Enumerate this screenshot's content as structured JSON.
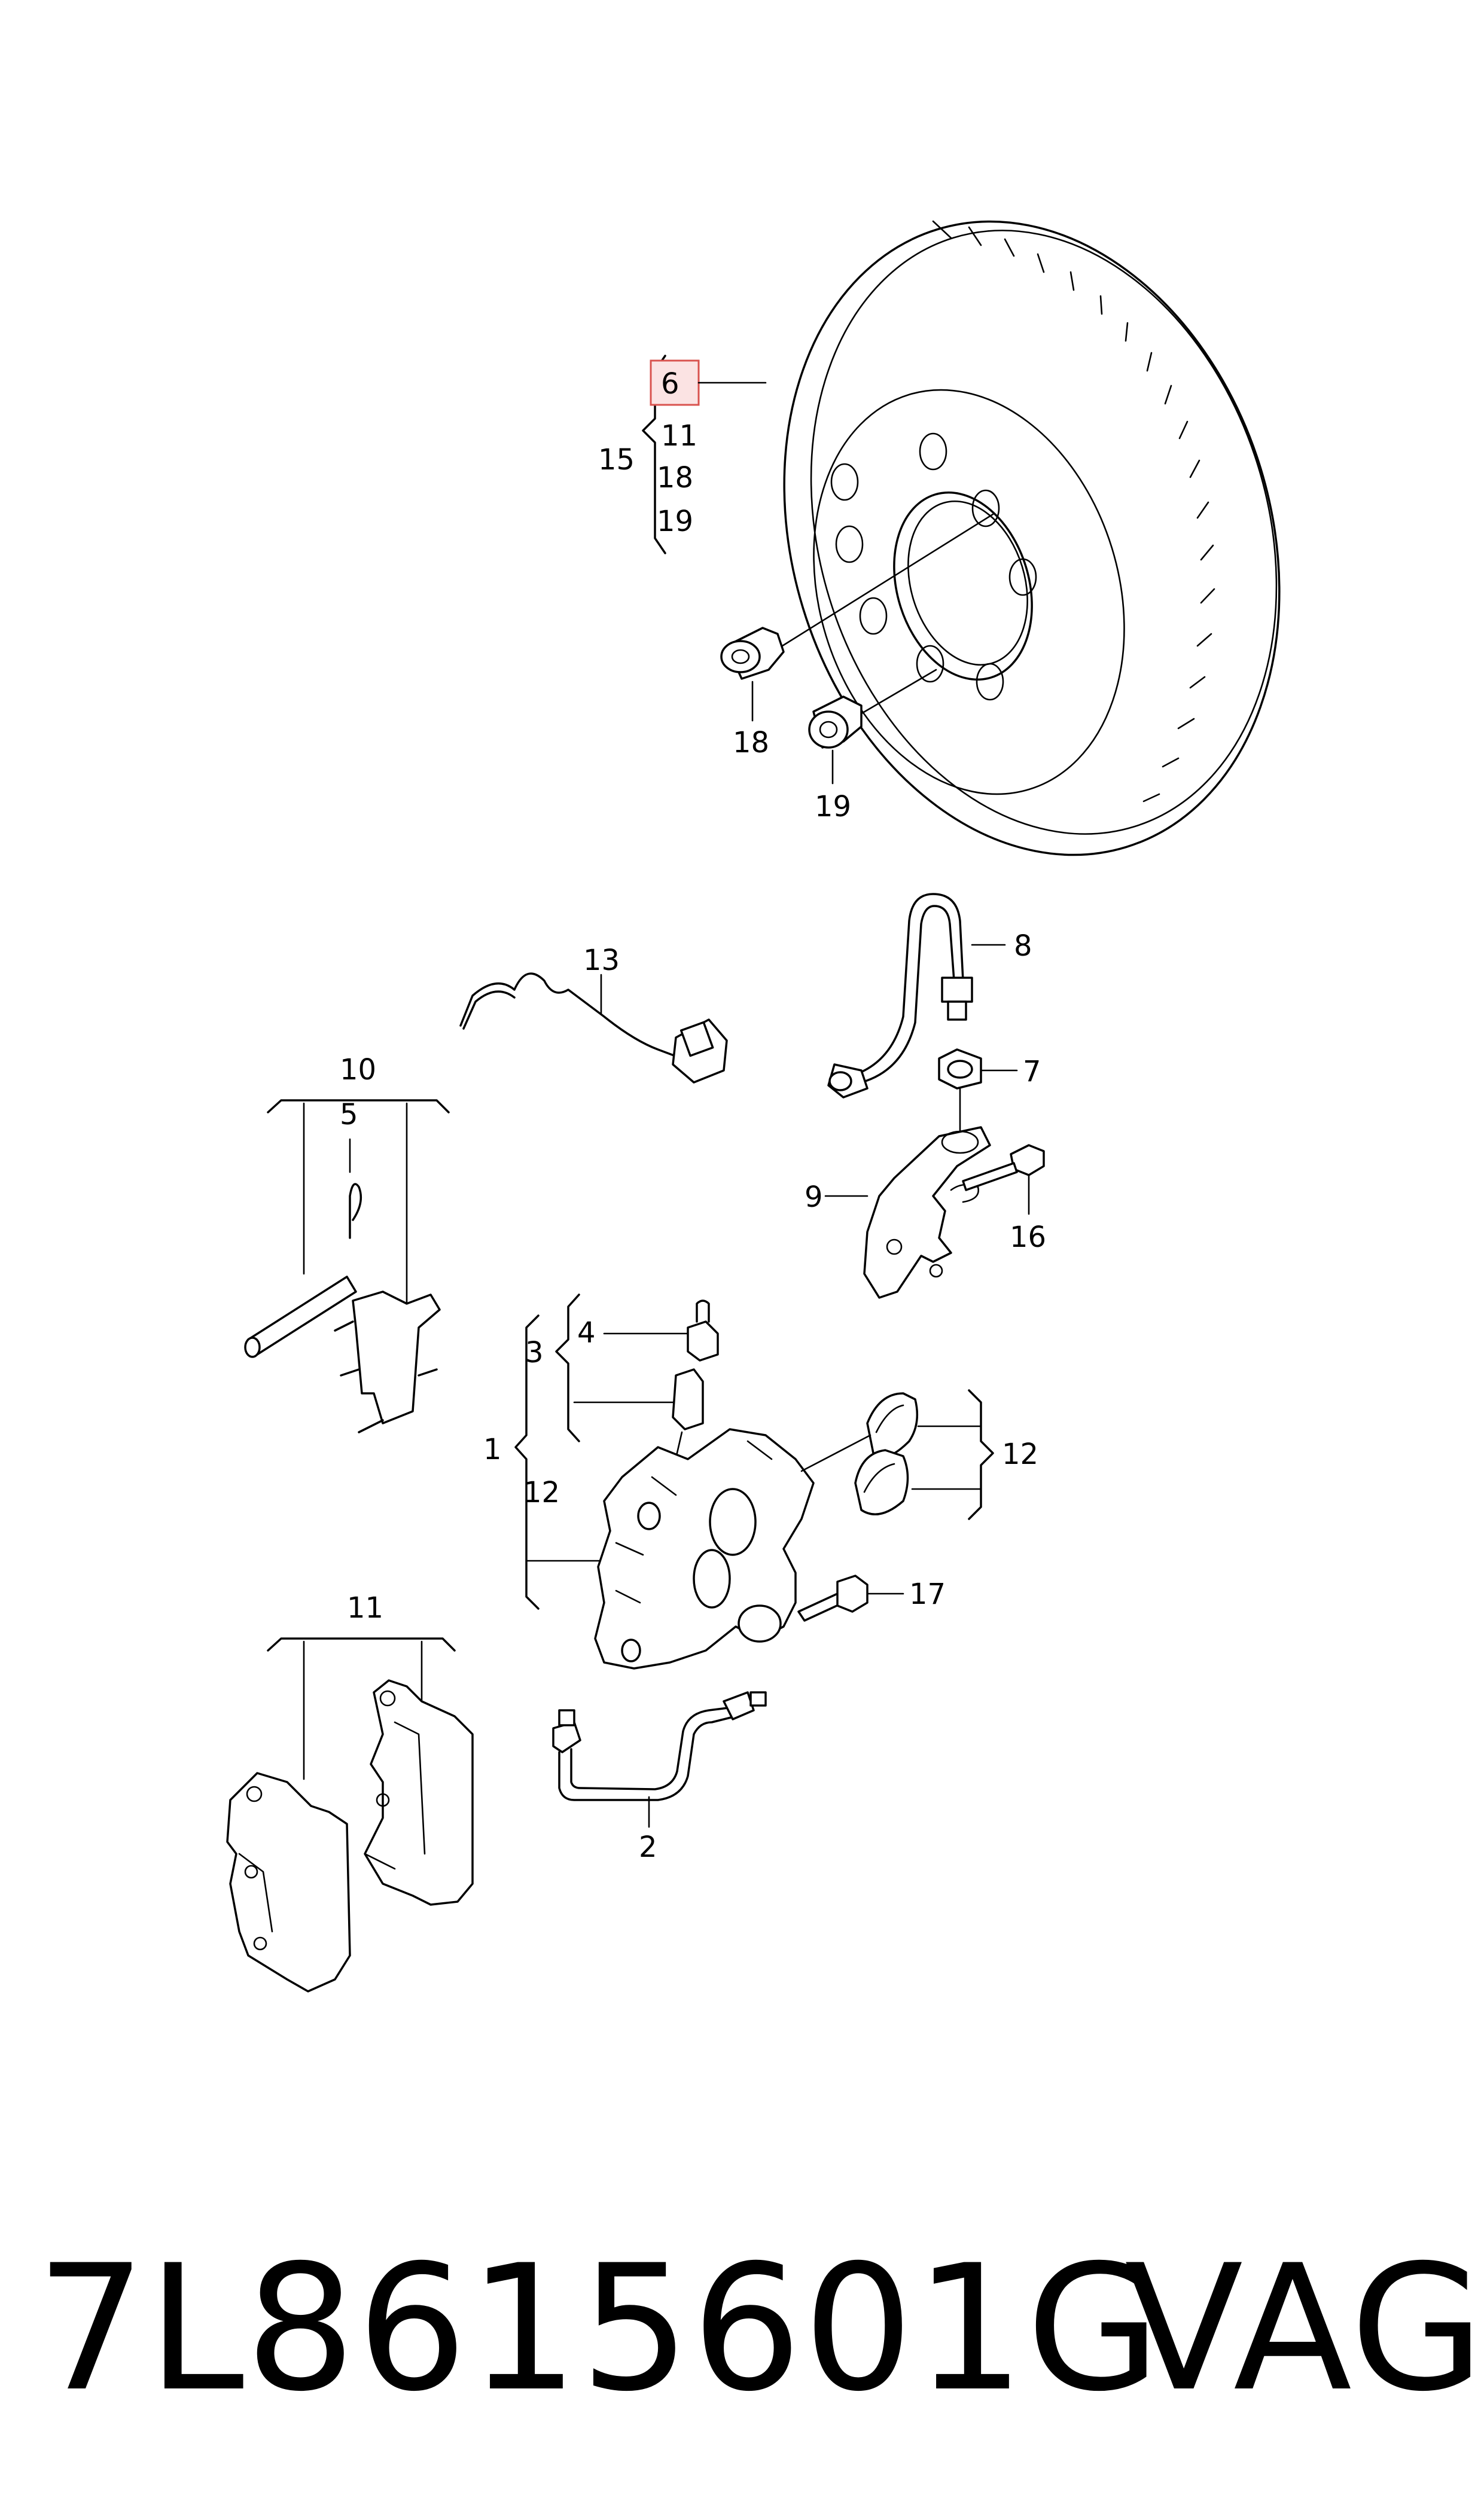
{
  "diagram": {
    "highlight_color": "#d9534f",
    "callouts": {
      "c6": "6",
      "c11a": "11",
      "c15": "15",
      "c18a": "18",
      "c19a": "19",
      "c18b": "18",
      "c19b": "19",
      "c13": "13",
      "c8": "8",
      "c7": "7",
      "c9": "9",
      "c16": "16",
      "c10": "10",
      "c5": "5",
      "c4": "4",
      "c3": "3",
      "c1": "1",
      "c12a": "12",
      "c12b": "12",
      "c17": "17",
      "c11b": "11",
      "c2": "2"
    }
  },
  "footer": {
    "part_number": "7L8615601G",
    "brand": "VAG"
  }
}
